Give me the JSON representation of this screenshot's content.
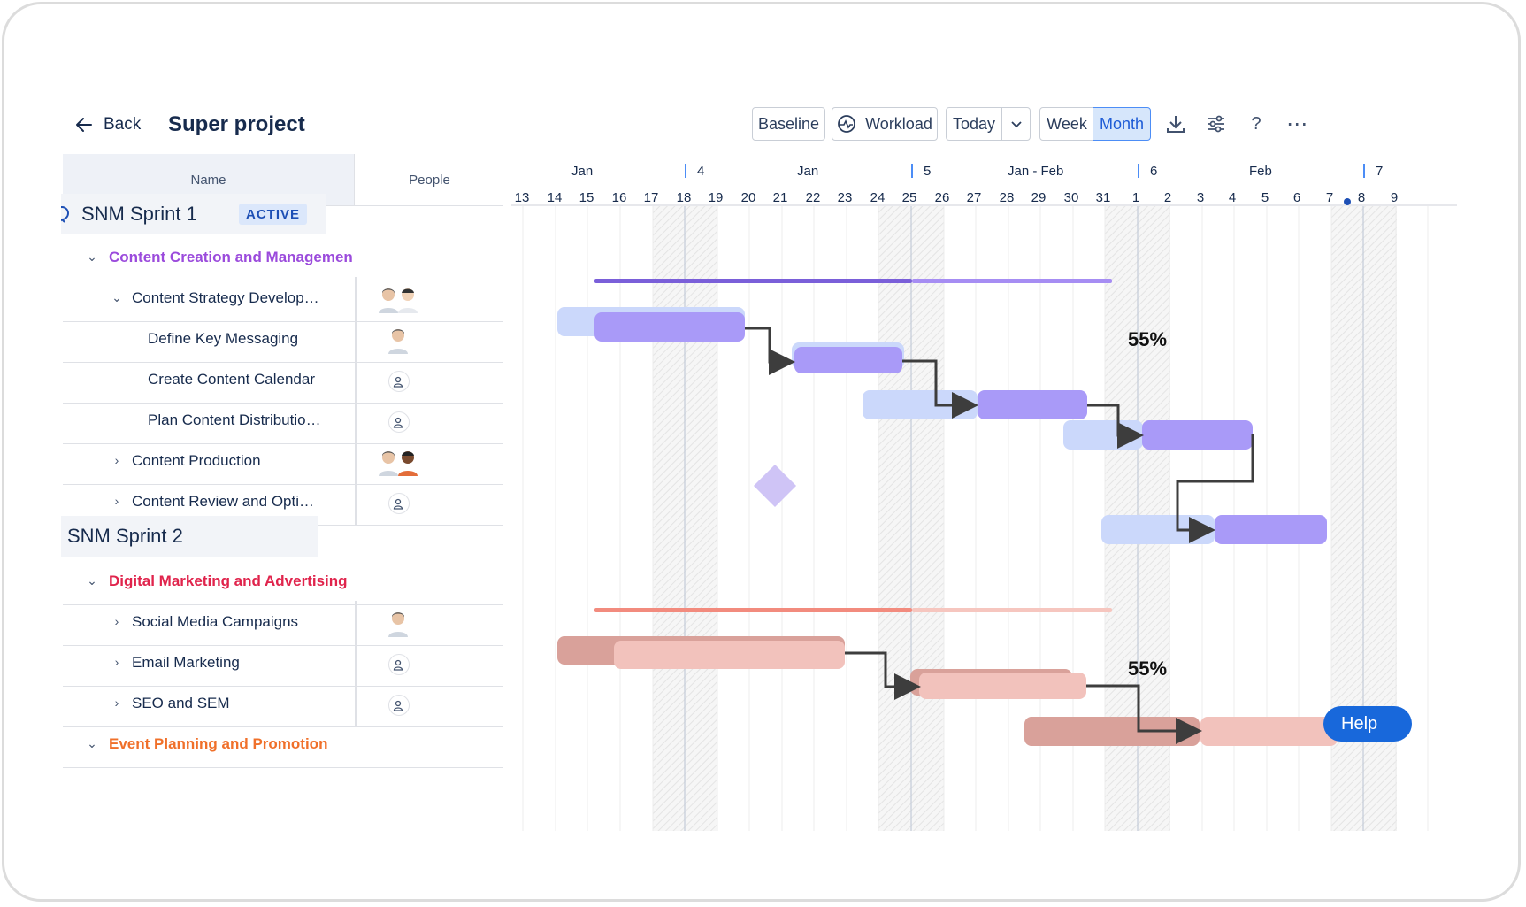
{
  "toolbar": {
    "back_label": "Back",
    "project_title": "Super project",
    "baseline_label": "Baseline",
    "workload_label": "Workload",
    "today_label": "Today",
    "week_label": "Week",
    "month_label": "Month",
    "help_symbol": "?",
    "more_symbol": "⋯"
  },
  "grid": {
    "columns": {
      "name": "Name",
      "people": "People"
    }
  },
  "sprints": [
    {
      "title": "SNM Sprint 1",
      "badge": "ACTIVE",
      "group": {
        "title": "Content Creation and Management",
        "color": "#9b4bdc",
        "progress": 0.55,
        "progress_label": "55%"
      },
      "rows": [
        {
          "label": "Content Strategy Development",
          "people": "two-avatars"
        },
        {
          "label": "Define Key Messaging",
          "people": "avatar"
        },
        {
          "label": "Create Content Calendar",
          "people": "unassigned"
        },
        {
          "label": "Plan Content Distribution Channels",
          "people": "unassigned"
        },
        {
          "label": "Content Production",
          "people": "two-avatars"
        },
        {
          "label": "Content Review and Optimization",
          "people": "unassigned"
        }
      ]
    },
    {
      "title": "SNM Sprint 2",
      "group": {
        "title": "Digital Marketing and Advertising",
        "color": "#e0244c",
        "progress": 0.55,
        "progress_label": "55%"
      },
      "rows": [
        {
          "label": "Social Media Campaigns",
          "people": "avatar"
        },
        {
          "label": "Email Marketing",
          "people": "unassigned"
        },
        {
          "label": "SEO and SEM",
          "people": "unassigned"
        }
      ],
      "next_group": {
        "title": "Event Planning and Promotion",
        "color": "#f0702a"
      }
    }
  ],
  "timeline": {
    "months": [
      {
        "label": "Jan",
        "day": 15
      },
      {
        "label": "Jan",
        "day": 22
      },
      {
        "label": "Jan - Feb",
        "day": 29
      },
      {
        "label": "Feb",
        "day": 5
      }
    ],
    "weeks": [
      "4",
      "5",
      "6",
      "7"
    ],
    "days": [
      "13",
      "14",
      "15",
      "16",
      "17",
      "18",
      "19",
      "20",
      "21",
      "22",
      "23",
      "24",
      "25",
      "26",
      "27",
      "28",
      "29",
      "30",
      "31",
      "1",
      "2",
      "3",
      "4",
      "5",
      "6",
      "7",
      "8",
      "9"
    ],
    "today": "8"
  },
  "help_button": "Help",
  "colors": {
    "accent": "#4c8df6",
    "purple_bar": "#a99af8",
    "purple_baseline": "#cbd8fb",
    "red_bar": "#f2c2bc",
    "red_baseline": "#d9a19a"
  }
}
